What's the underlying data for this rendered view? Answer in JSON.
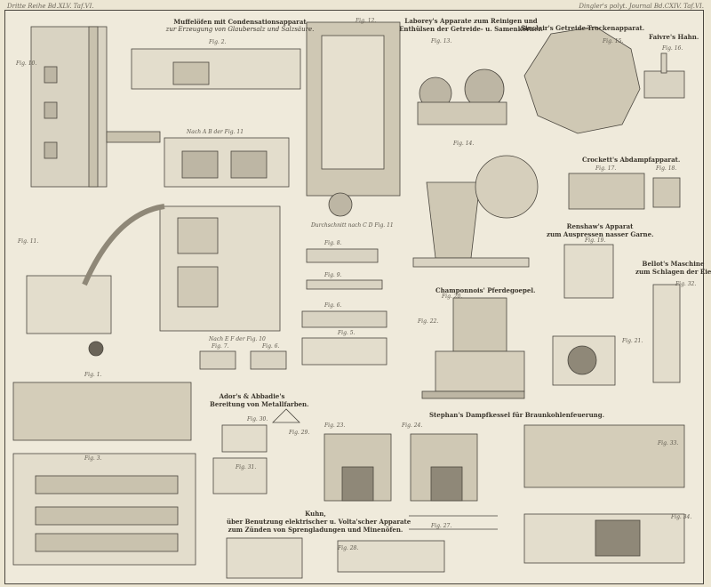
{
  "header": {
    "left": "Dritte Reihe Bd.XLV. Taf.VI.",
    "right": "Dingler's polyt. Journal Bd.CXIV. Taf.VI."
  },
  "titles": {
    "muffel": [
      "Muffelöfen mit Condensationsapparat",
      "zur Erzeugung von Glaubersalz und Salzsäure."
    ],
    "laborey": [
      "Laborey's Apparate zum Reinigen und",
      "Enthülsen der Getreide- u. Samenkörner."
    ],
    "sinclair": "Sinclair's Getreide-Trockenapparat.",
    "faivre": "Faivre's Hahn.",
    "crockett": "Crockett's Abdampfapparat.",
    "renshaw": [
      "Renshaw's Apparat",
      "zum Auspressen nasser Garne."
    ],
    "bellot": [
      "Bellot's Maschine",
      "zum Schlagen der Eier."
    ],
    "champonnois": "Champonnois' Pferdegoepel.",
    "ador": [
      "Ador's & Abbadie's",
      "Bereitung von Metallfarben."
    ],
    "stephan": "Stephan's Dampfkessel für Braunkohlenfeuerung.",
    "kuhn": [
      "Kuhn,",
      "über Benutzung elektrischer u. Volta'scher Apparate",
      "zum Zünden von Sprengladungen und Minenöfen."
    ]
  },
  "captions": {
    "nach_ab": "Nach A B der Fig. 11",
    "nach_ef": "Nach E F der Fig. 10",
    "durchschnitt": "Durchschnitt nach C D Fig. 11"
  },
  "figs": [
    "Fig. 10.",
    "Fig. 2.",
    "Fig. 12.",
    "Fig. 13.",
    "Fig. 15.",
    "Fig. 16.",
    "Fig. 14.",
    "Fig. 17.",
    "Fig. 18.",
    "Fig. 19.",
    "Fig. 11.",
    "Fig. 8.",
    "Fig. 9.",
    "Fig. 6.",
    "Fig. 5.",
    "Fig. 7.",
    "Fig. 6.",
    "Fig. 1.",
    "Fig. 20.",
    "Fig. 21.",
    "Fig. 22.",
    "Fig. 3.",
    "Fig. 30.",
    "Fig. 29.",
    "Fig. 31.",
    "Fig. 23.",
    "Fig. 24.",
    "Fig. 27.",
    "Fig. 28.",
    "Fig. 33.",
    "Fig. 34.",
    "Fig. 32."
  ]
}
